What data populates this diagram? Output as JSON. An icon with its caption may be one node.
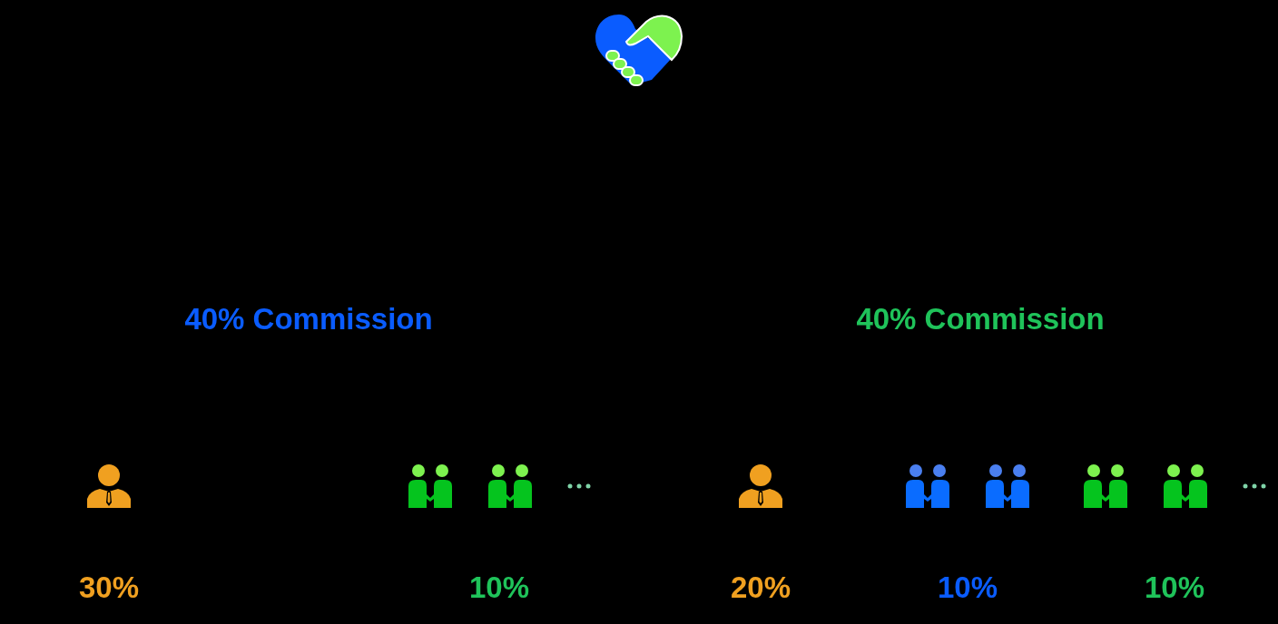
{
  "diagram": {
    "labels": [
      "40% Commission",
      "40% Commission",
      "30%",
      "10%",
      "20%",
      "10%",
      "10%"
    ]
  }
}
